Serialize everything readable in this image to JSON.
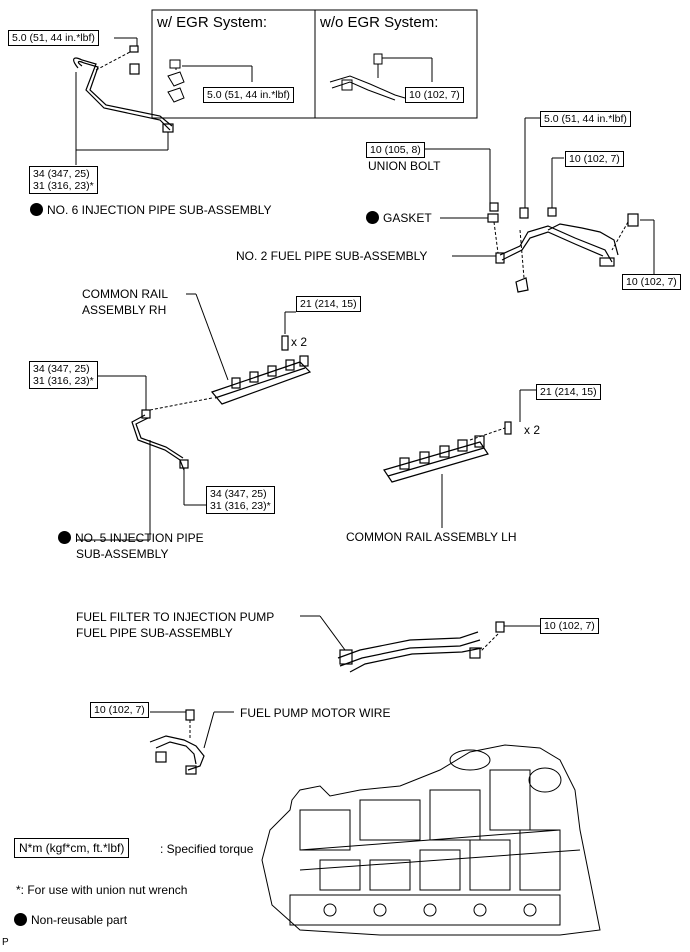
{
  "panels": {
    "with_egr_title": "w/ EGR System:",
    "without_egr_title": "w/o EGR System:"
  },
  "torque": {
    "t_50_top": "5.0 (51, 44 in.*lbf)",
    "t_50_egr": "5.0 (51, 44 in.*lbf)",
    "t_10_noegr": "10 (102, 7)",
    "t_50_right": "5.0 (51, 44 in.*lbf)",
    "t_10_union": "10 (105, 8)",
    "t_10_right_a": "10 (102, 7)",
    "t_10_right_b": "10 (102, 7)",
    "pipe6_line1": "34 (347, 25)",
    "pipe6_line2": "31 (316, 23)*",
    "rh_bolt": "21 (214, 15)",
    "pipe5a_line1": "34 (347, 25)",
    "pipe5a_line2": "31 (316, 23)*",
    "pipe5b_line1": "34 (347, 25)",
    "pipe5b_line2": "31 (316, 23)*",
    "lh_bolt": "21 (214, 15)",
    "filter_pipe": "10 (102, 7)",
    "motor_wire": "10 (102, 7)"
  },
  "labels": {
    "pipe6": "NO. 6 INJECTION PIPE SUB-ASSEMBLY",
    "union_bolt": "UNION BOLT",
    "gasket": "GASKET",
    "fuel_pipe2": "NO. 2 FUEL PIPE SUB-ASSEMBLY",
    "rail_rh_1": "COMMON RAIL",
    "rail_rh_2": "ASSEMBLY RH",
    "x2_rh": "x 2",
    "x2_lh": "x 2",
    "pipe5_1": "NO. 5 INJECTION PIPE",
    "pipe5_2": "SUB-ASSEMBLY",
    "rail_lh": "COMMON RAIL ASSEMBLY LH",
    "filter_1": "FUEL FILTER TO INJECTION PUMP",
    "filter_2": "FUEL PIPE SUB-ASSEMBLY",
    "motor_wire": "FUEL PUMP MOTOR WIRE"
  },
  "legend": {
    "torque_unit": "N*m (kgf*cm, ft.*lbf)",
    "torque_desc": ": Specified torque",
    "asterisk_note": "*: For use with union nut wrench",
    "nonreusable": "Non-reusable part"
  },
  "footer_code": "P"
}
